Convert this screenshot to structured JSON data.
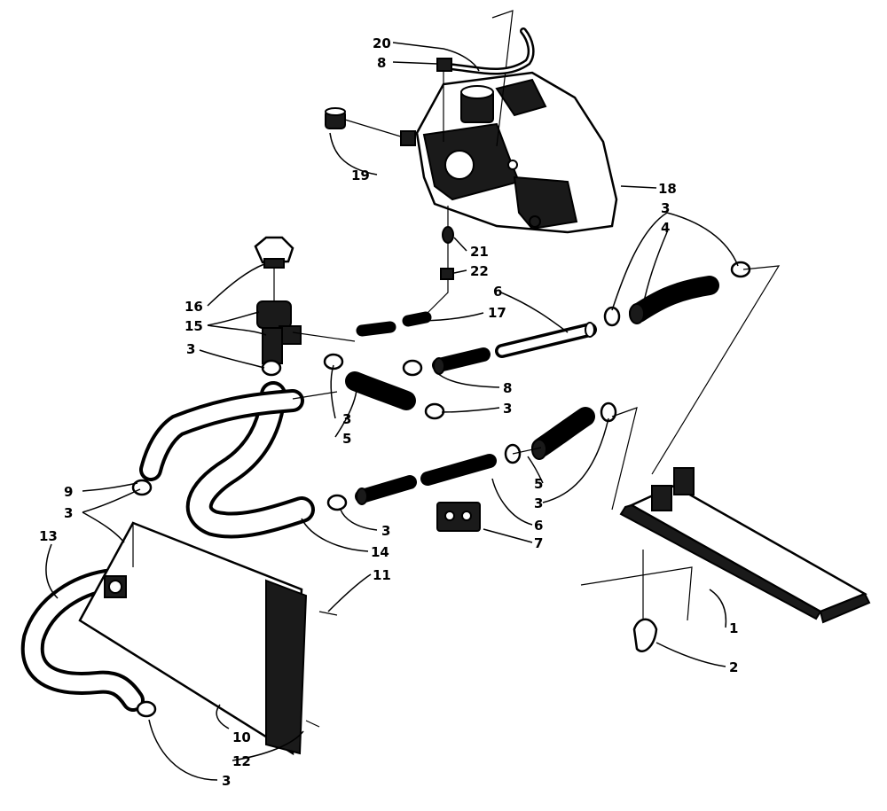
{
  "colors": {
    "ink": "#000000",
    "paper": "#ffffff",
    "shade": "#1a1a1a"
  },
  "callouts": [
    {
      "id": "c20",
      "label": "20"
    },
    {
      "id": "c8a",
      "label": "8"
    },
    {
      "id": "c19",
      "label": "19"
    },
    {
      "id": "c18",
      "label": "18"
    },
    {
      "id": "c21",
      "label": "21"
    },
    {
      "id": "c22",
      "label": "22"
    },
    {
      "id": "c3a",
      "label": "3"
    },
    {
      "id": "c4",
      "label": "4"
    },
    {
      "id": "c16",
      "label": "16"
    },
    {
      "id": "c15",
      "label": "15"
    },
    {
      "id": "c6a",
      "label": "6"
    },
    {
      "id": "c17",
      "label": "17"
    },
    {
      "id": "c3b",
      "label": "3"
    },
    {
      "id": "c8b",
      "label": "8"
    },
    {
      "id": "c3c",
      "label": "3"
    },
    {
      "id": "c5a",
      "label": "5"
    },
    {
      "id": "c3d",
      "label": "3"
    },
    {
      "id": "c9",
      "label": "9"
    },
    {
      "id": "c3e",
      "label": "3"
    },
    {
      "id": "c13",
      "label": "13"
    },
    {
      "id": "c5b",
      "label": "5"
    },
    {
      "id": "c3f",
      "label": "3"
    },
    {
      "id": "c6b",
      "label": "6"
    },
    {
      "id": "c7",
      "label": "7"
    },
    {
      "id": "c3g",
      "label": "3"
    },
    {
      "id": "c14",
      "label": "14"
    },
    {
      "id": "c11",
      "label": "11"
    },
    {
      "id": "c1",
      "label": "1"
    },
    {
      "id": "c2",
      "label": "2"
    },
    {
      "id": "c10",
      "label": "10"
    },
    {
      "id": "c12",
      "label": "12"
    },
    {
      "id": "c3h",
      "label": "3"
    }
  ]
}
